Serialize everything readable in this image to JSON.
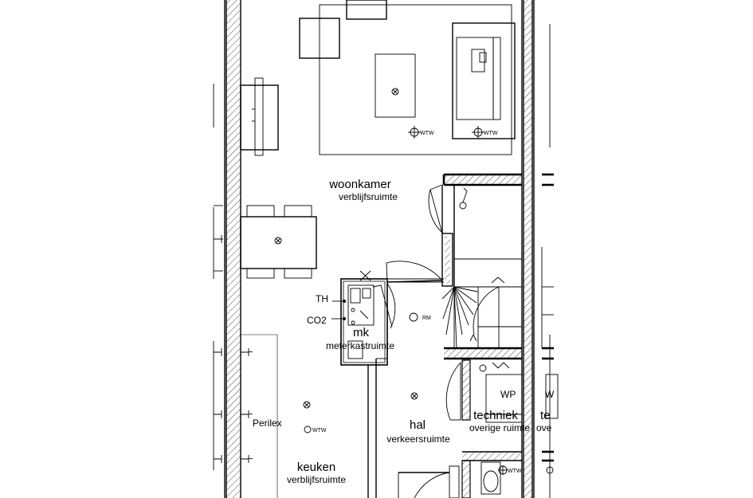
{
  "rooms": {
    "woonkamer": {
      "name": "woonkamer",
      "type": "verblijfsruimte"
    },
    "meterkast": {
      "name": "mk",
      "type": "meterkastruimte"
    },
    "hal": {
      "name": "hal",
      "type": "verkeersruimte"
    },
    "techniek": {
      "name": "techniek",
      "type": "overige ruimte"
    },
    "techniek_cut": {
      "name": "te",
      "type": "ove"
    },
    "keuken": {
      "name": "keuken",
      "type": "verblijfsruimte"
    }
  },
  "labels": {
    "wtw": "WTW",
    "wp": "WP",
    "wp_cut": "W",
    "rm": "RM",
    "th": "TH",
    "co2": "CO2",
    "perilex": "Perilex"
  },
  "colors": {
    "lines": "#000000",
    "background": "#ffffff"
  }
}
